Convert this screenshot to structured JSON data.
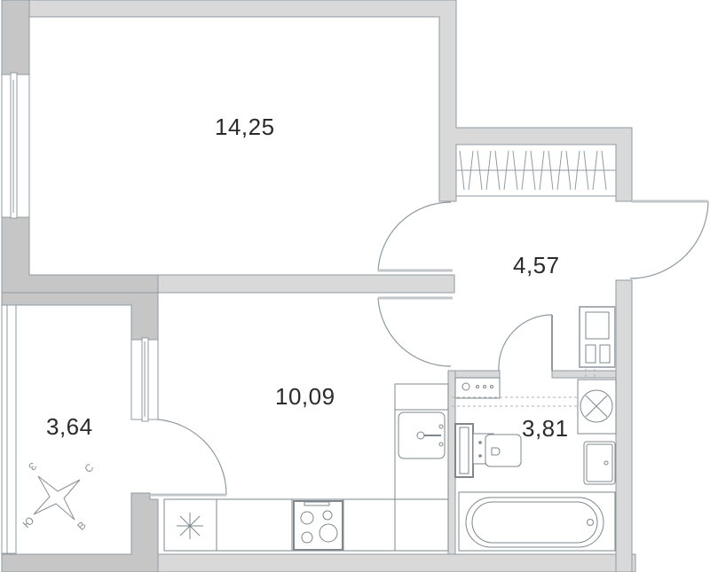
{
  "plan": {
    "type": "apartment floor plan",
    "colors": {
      "wall_fill": "#d9d9d9",
      "wall_outer_fill": "#c6c6c6",
      "stroke": "#8f9aa1",
      "fixture_stroke": "#7d878d",
      "text": "#2b2b2b",
      "background": "#ffffff"
    },
    "rooms": [
      {
        "id": "living-room",
        "area": "14,25"
      },
      {
        "id": "hallway",
        "area": "4,57"
      },
      {
        "id": "kitchen",
        "area": "10,09"
      },
      {
        "id": "balcony",
        "area": "3,64"
      },
      {
        "id": "bathroom",
        "area": "3,81"
      }
    ],
    "compass": {
      "north": "С",
      "east": "В",
      "south": "Ю",
      "west": "З"
    }
  }
}
